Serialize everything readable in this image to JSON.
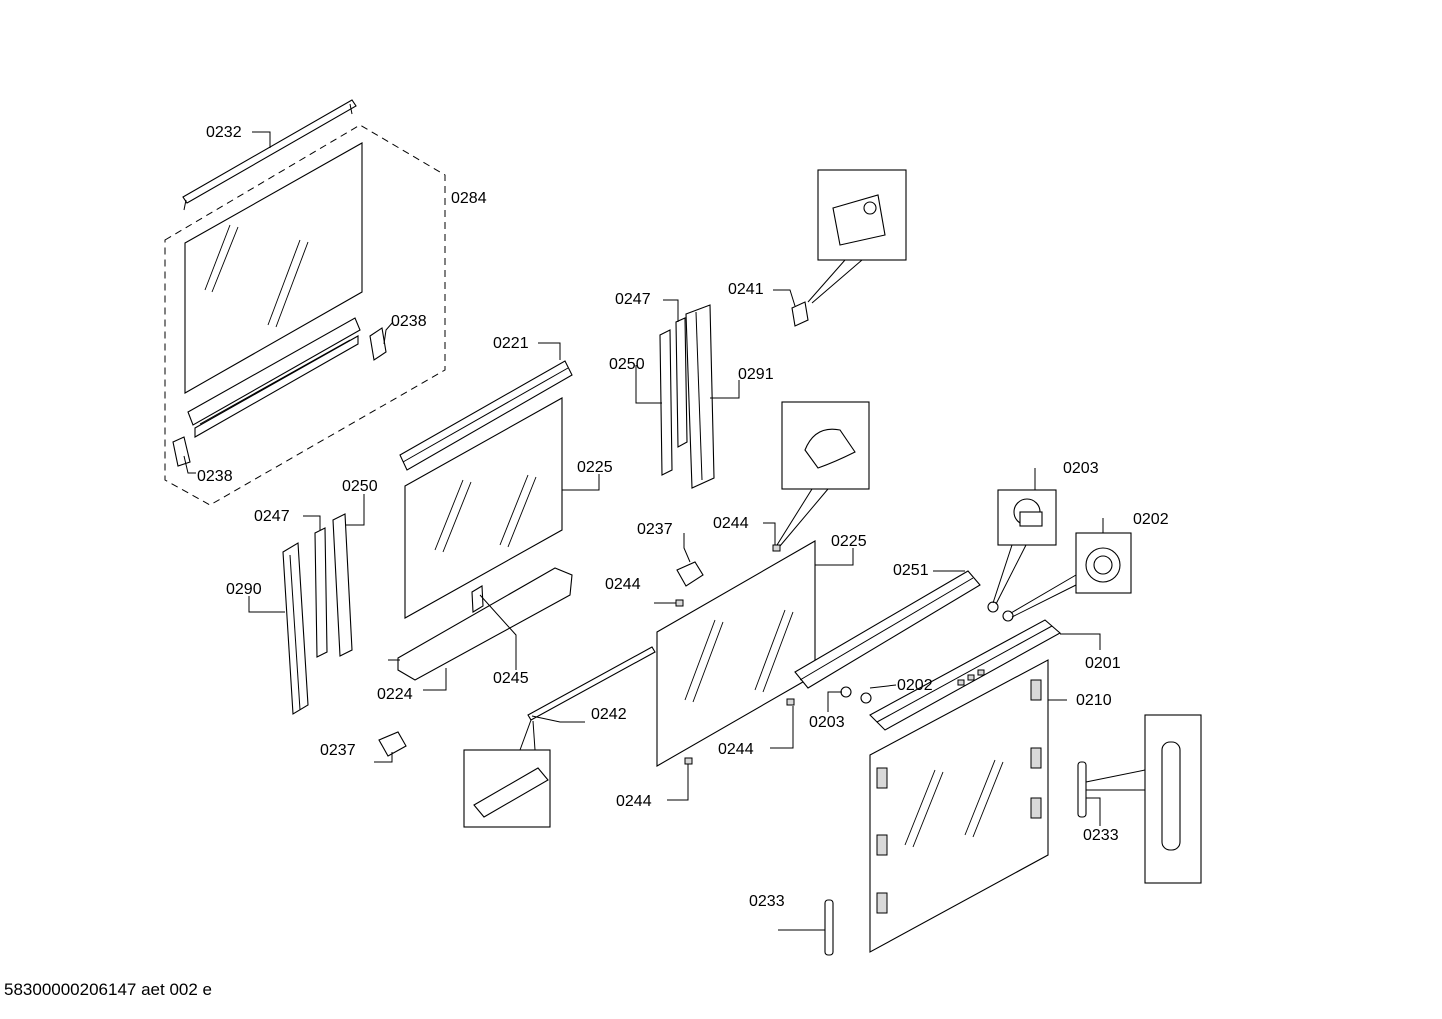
{
  "diagram": {
    "labels": {
      "l0232": "0232",
      "l0284": "0284",
      "l0238a": "0238",
      "l0238b": "0238",
      "l0221": "0221",
      "l0225a": "0225",
      "l0247a": "0247",
      "l0250a": "0250",
      "l0291": "0291",
      "l0241": "0241",
      "l0247b": "0247",
      "l0250b": "0250",
      "l0290": "0290",
      "l0224": "0224",
      "l0245": "0245",
      "l0237a": "0237",
      "l0237b": "0237",
      "l0244a": "0244",
      "l0244b": "0244",
      "l0244c": "0244",
      "l0244d": "0244",
      "l0225b": "0225",
      "l0242": "0242",
      "l0251": "0251",
      "l0203a": "0203",
      "l0203b": "0203",
      "l0202a": "0202",
      "l0202b": "0202",
      "l0201": "0201",
      "l0210": "0210",
      "l0233a": "0233",
      "l0233b": "0233"
    }
  },
  "footer": {
    "code": "58300000206147 aet 002 e"
  }
}
